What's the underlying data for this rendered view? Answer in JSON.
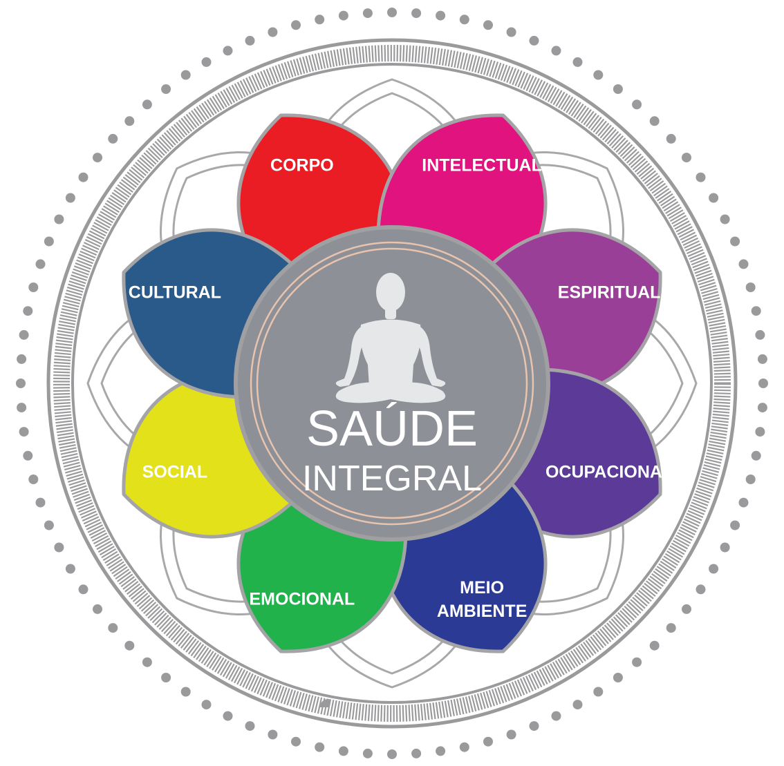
{
  "center": {
    "title": "SAÚDE",
    "subtitle": "INTEGRAL",
    "icon": "meditation-figure-icon",
    "color": "#8d9097",
    "ring_color": "#e8c4ae",
    "figure_color": "#e6e7e9"
  },
  "frame": {
    "ring_color": "#9a9a9c",
    "dot_color": "#9a9a9c",
    "outline_color": "#a8a8aa"
  },
  "petals": [
    {
      "id": "corpo",
      "label": "CORPO",
      "color": "#ea1c24"
    },
    {
      "id": "intelectual",
      "label": "INTELECTUAL",
      "color": "#e0137f"
    },
    {
      "id": "espiritual",
      "label": "ESPIRITUAL",
      "color": "#9a3f97"
    },
    {
      "id": "ocupacional",
      "label": "OCUPACIONAL",
      "color": "#5b3a98"
    },
    {
      "id": "meio-ambiente",
      "label": "MEIO AMBIENTE",
      "color": "#2b3a94"
    },
    {
      "id": "emocional",
      "label": "EMOCIONAL",
      "color": "#22b24c"
    },
    {
      "id": "social",
      "label": "SOCIAL",
      "color": "#e2e11a"
    },
    {
      "id": "cultural",
      "label": "CULTURAL",
      "color": "#2a5a8a"
    }
  ]
}
